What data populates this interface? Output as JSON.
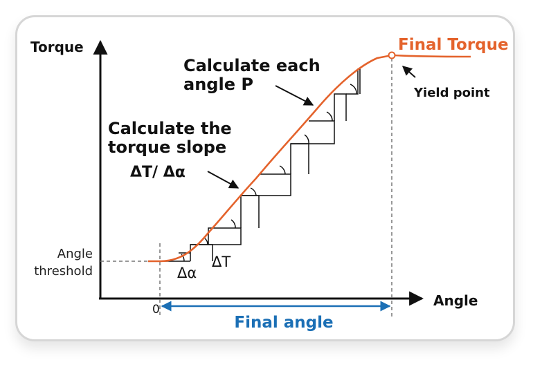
{
  "labels": {
    "y_axis": "Torque",
    "x_axis": "Angle",
    "origin": "0",
    "angle_threshold_line1": "Angle",
    "angle_threshold_line2": "threshold",
    "final_torque": "Final Torque",
    "yield_point": "Yield point",
    "calc_angle_line1": "Calculate each",
    "calc_angle_line2": "angle P",
    "calc_slope_line1": "Calculate the",
    "calc_slope_line2": "torque slope",
    "slope_formula": "ΔT/ Δα",
    "delta_alpha": "Δα",
    "delta_t": "ΔT",
    "final_angle": "Final angle"
  },
  "colors": {
    "curve": "#e4632c",
    "final_torque_text": "#e4632c",
    "final_angle": "#1b6fb5",
    "axes": "#111111",
    "dashed": "#777777",
    "card_border": "#d6d6d6"
  }
}
